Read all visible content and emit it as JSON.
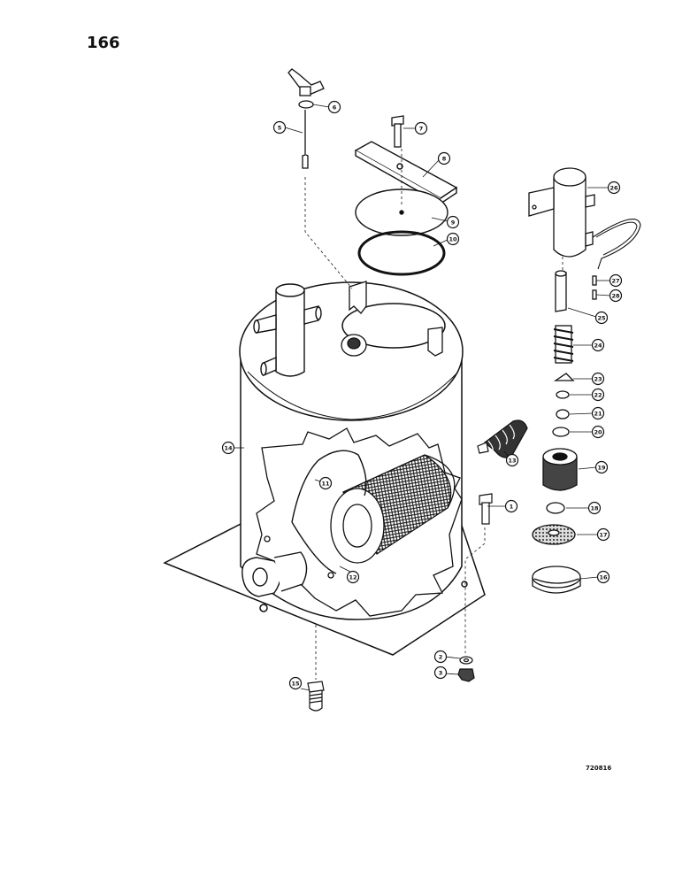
{
  "page": {
    "number": "166",
    "figure_code": "720816"
  },
  "callouts": [
    {
      "id": "c1",
      "label": "1"
    },
    {
      "id": "c2",
      "label": "2"
    },
    {
      "id": "c3",
      "label": "3"
    },
    {
      "id": "c5",
      "label": "5"
    },
    {
      "id": "c6",
      "label": "6"
    },
    {
      "id": "c7",
      "label": "7"
    },
    {
      "id": "c8",
      "label": "8"
    },
    {
      "id": "c9",
      "label": "9"
    },
    {
      "id": "c10",
      "label": "10"
    },
    {
      "id": "c11",
      "label": "11"
    },
    {
      "id": "c12",
      "label": "12"
    },
    {
      "id": "c13",
      "label": "13"
    },
    {
      "id": "c14",
      "label": "14"
    },
    {
      "id": "c15",
      "label": "15"
    },
    {
      "id": "c16",
      "label": "16"
    },
    {
      "id": "c17",
      "label": "17"
    },
    {
      "id": "c18",
      "label": "18"
    },
    {
      "id": "c19",
      "label": "19"
    },
    {
      "id": "c20",
      "label": "20"
    },
    {
      "id": "c21",
      "label": "21"
    },
    {
      "id": "c22",
      "label": "22"
    },
    {
      "id": "c23",
      "label": "23"
    },
    {
      "id": "c24",
      "label": "24"
    },
    {
      "id": "c25",
      "label": "25"
    },
    {
      "id": "c26",
      "label": "26"
    },
    {
      "id": "c27",
      "label": "27"
    },
    {
      "id": "c28",
      "label": "28"
    }
  ]
}
